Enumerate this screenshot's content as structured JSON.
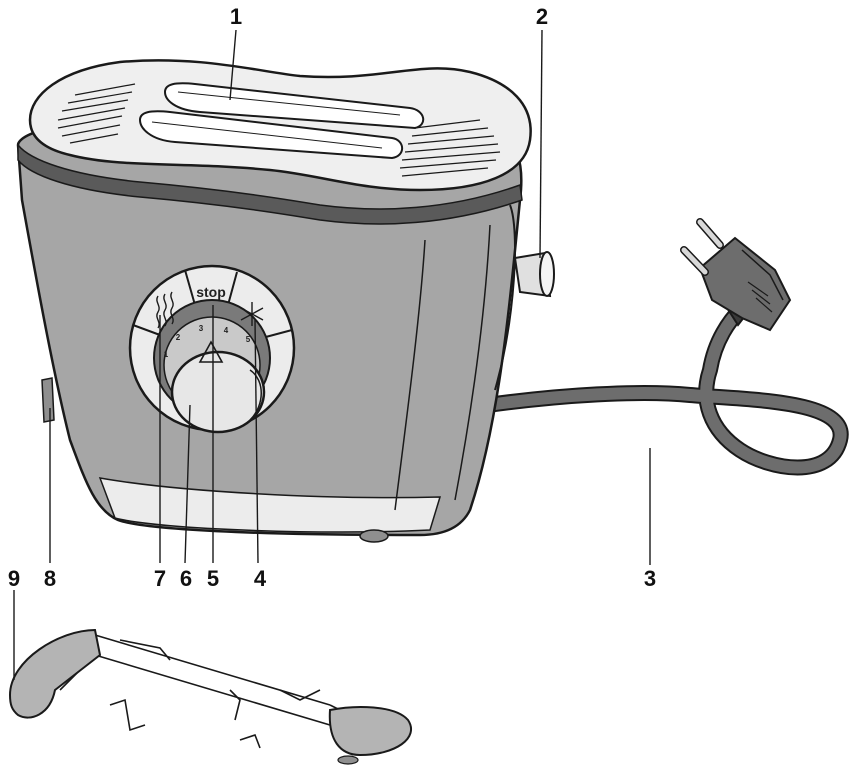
{
  "colors": {
    "body": "#a6a6a6",
    "body_shadow": "#8f8f8f",
    "lid": "#efefef",
    "outline": "#1a1a1a",
    "cord": "#6d6d6d",
    "panel": "#ececec",
    "rack": "#b4b4b4"
  },
  "dial": {
    "stop_label": "stop",
    "ticks": [
      "1",
      "2",
      "3",
      "4",
      "5"
    ]
  },
  "callouts": [
    {
      "id": "1",
      "label": "1"
    },
    {
      "id": "2",
      "label": "2"
    },
    {
      "id": "3",
      "label": "3"
    },
    {
      "id": "4",
      "label": "4"
    },
    {
      "id": "5",
      "label": "5"
    },
    {
      "id": "6",
      "label": "6"
    },
    {
      "id": "7",
      "label": "7"
    },
    {
      "id": "8",
      "label": "8"
    },
    {
      "id": "9",
      "label": "9"
    }
  ],
  "icons": {
    "reheat": "reheat-waves-icon",
    "defrost": "snowflake-icon",
    "start": "triangle-icon"
  }
}
